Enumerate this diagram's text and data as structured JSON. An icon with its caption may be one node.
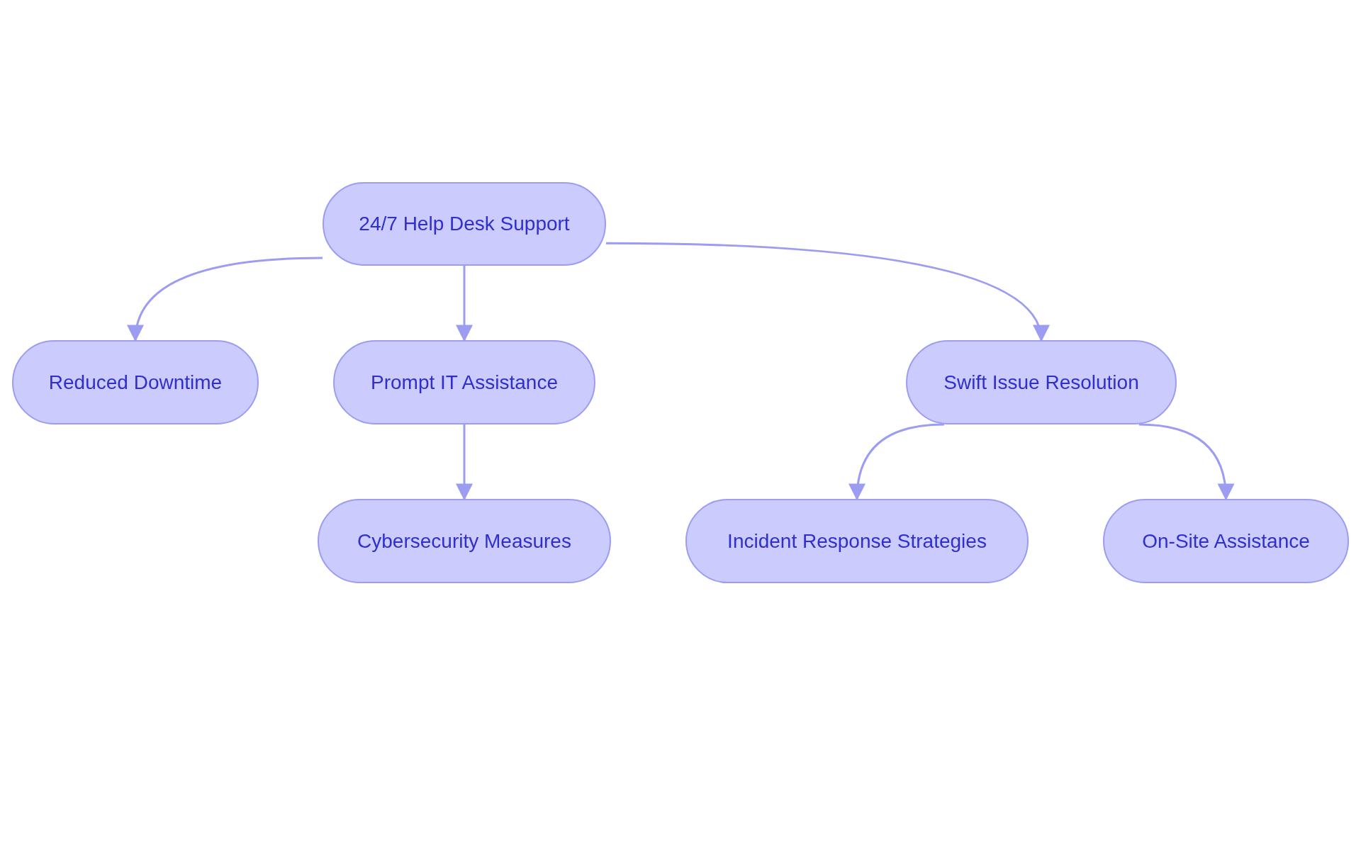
{
  "diagram": {
    "nodes": [
      {
        "text": [
          "24/7 Help Desk Support"
        ]
      },
      {
        "text": [
          "Reduced Downtime"
        ]
      },
      {
        "text": [
          "Prompt IT Assistance"
        ]
      },
      {
        "text": [
          "Swift Issue Resolution"
        ]
      },
      {
        "text": [
          "Cybersecurity Measures"
        ]
      },
      {
        "text": [
          "Incident Response Strategies"
        ]
      },
      {
        "text": [
          "On-Site Assistance"
        ]
      }
    ],
    "edges": [
      {
        "from": 0,
        "to": 1,
        "arrow": "to"
      },
      {
        "from": 0,
        "to": 2,
        "arrow": "to"
      },
      {
        "from": 0,
        "to": 3,
        "arrow": "to"
      },
      {
        "from": 2,
        "to": 4,
        "arrow": "to"
      },
      {
        "from": 3,
        "to": 5,
        "arrow": "to"
      },
      {
        "from": 3,
        "to": 6,
        "arrow": "to"
      }
    ]
  }
}
